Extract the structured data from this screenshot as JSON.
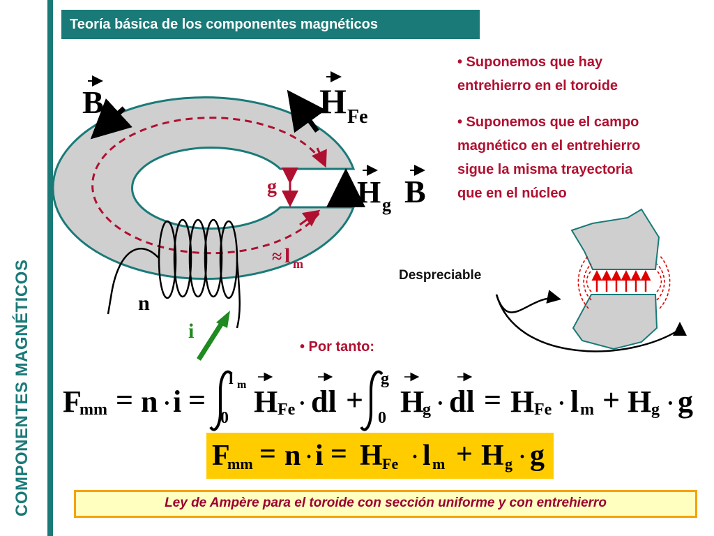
{
  "header": {
    "title": "Teoría básica de los componentes magnéticos"
  },
  "sidebar": {
    "title": "COMPONENTES MAGNÉTICOS"
  },
  "bullets": {
    "b1_line1": "• Suponemos que hay",
    "b1_line2": "entrehierro en el toroide",
    "b2_line1": "• Suponemos que el campo",
    "b2_line2": "magnético en el entrehierro",
    "b2_line3": "sigue la misma trayectoria",
    "b2_line4": "que en el núcleo",
    "b3": "• Por tanto:"
  },
  "diagram": {
    "B_label": "B",
    "HFe_H": "H",
    "HFe_sub": "Fe",
    "g_label": "g",
    "Hg_H": "H",
    "Hg_sub": "g",
    "B2_label": "B",
    "lm_approx": "≈",
    "lm_l": "l",
    "lm_sub": "m",
    "n_label": "n",
    "i_label": "i",
    "despreciable": "Despreciable"
  },
  "equation1": {
    "F": "F",
    "F_sub": "mm",
    "eq": "=",
    "n": "n",
    "dot": "·",
    "i": "i",
    "int_upper1": "l",
    "int_upper1_sub": "m",
    "int_lower1": "0",
    "H1": "H",
    "H1_sub": "Fe",
    "dl": "dl",
    "plus": "+",
    "int_upper2": "g",
    "int_lower2": "0",
    "H2": "H",
    "H2_sub": "g",
    "H3": "H",
    "H3_sub": "Fe",
    "l": "l",
    "l_sub": "m",
    "H4": "H",
    "H4_sub": "g",
    "g": "g"
  },
  "equation2": {
    "F": "F",
    "F_sub": "mm",
    "eq": "=",
    "n": "n",
    "dot": "·",
    "i": "i",
    "H1": "H",
    "H1_sub": "Fe",
    "l": "l",
    "l_sub": "m",
    "plus": "+",
    "H2": "H",
    "H2_sub": "g",
    "g": "g"
  },
  "footer": {
    "text": "Ley de Ampère para el toroide con sección uniforme y con entrehierro"
  },
  "colors": {
    "teal": "#1a7a78",
    "crimson": "#b01030",
    "gray": "#cfcfcf",
    "yellow": "#ffcc00"
  }
}
